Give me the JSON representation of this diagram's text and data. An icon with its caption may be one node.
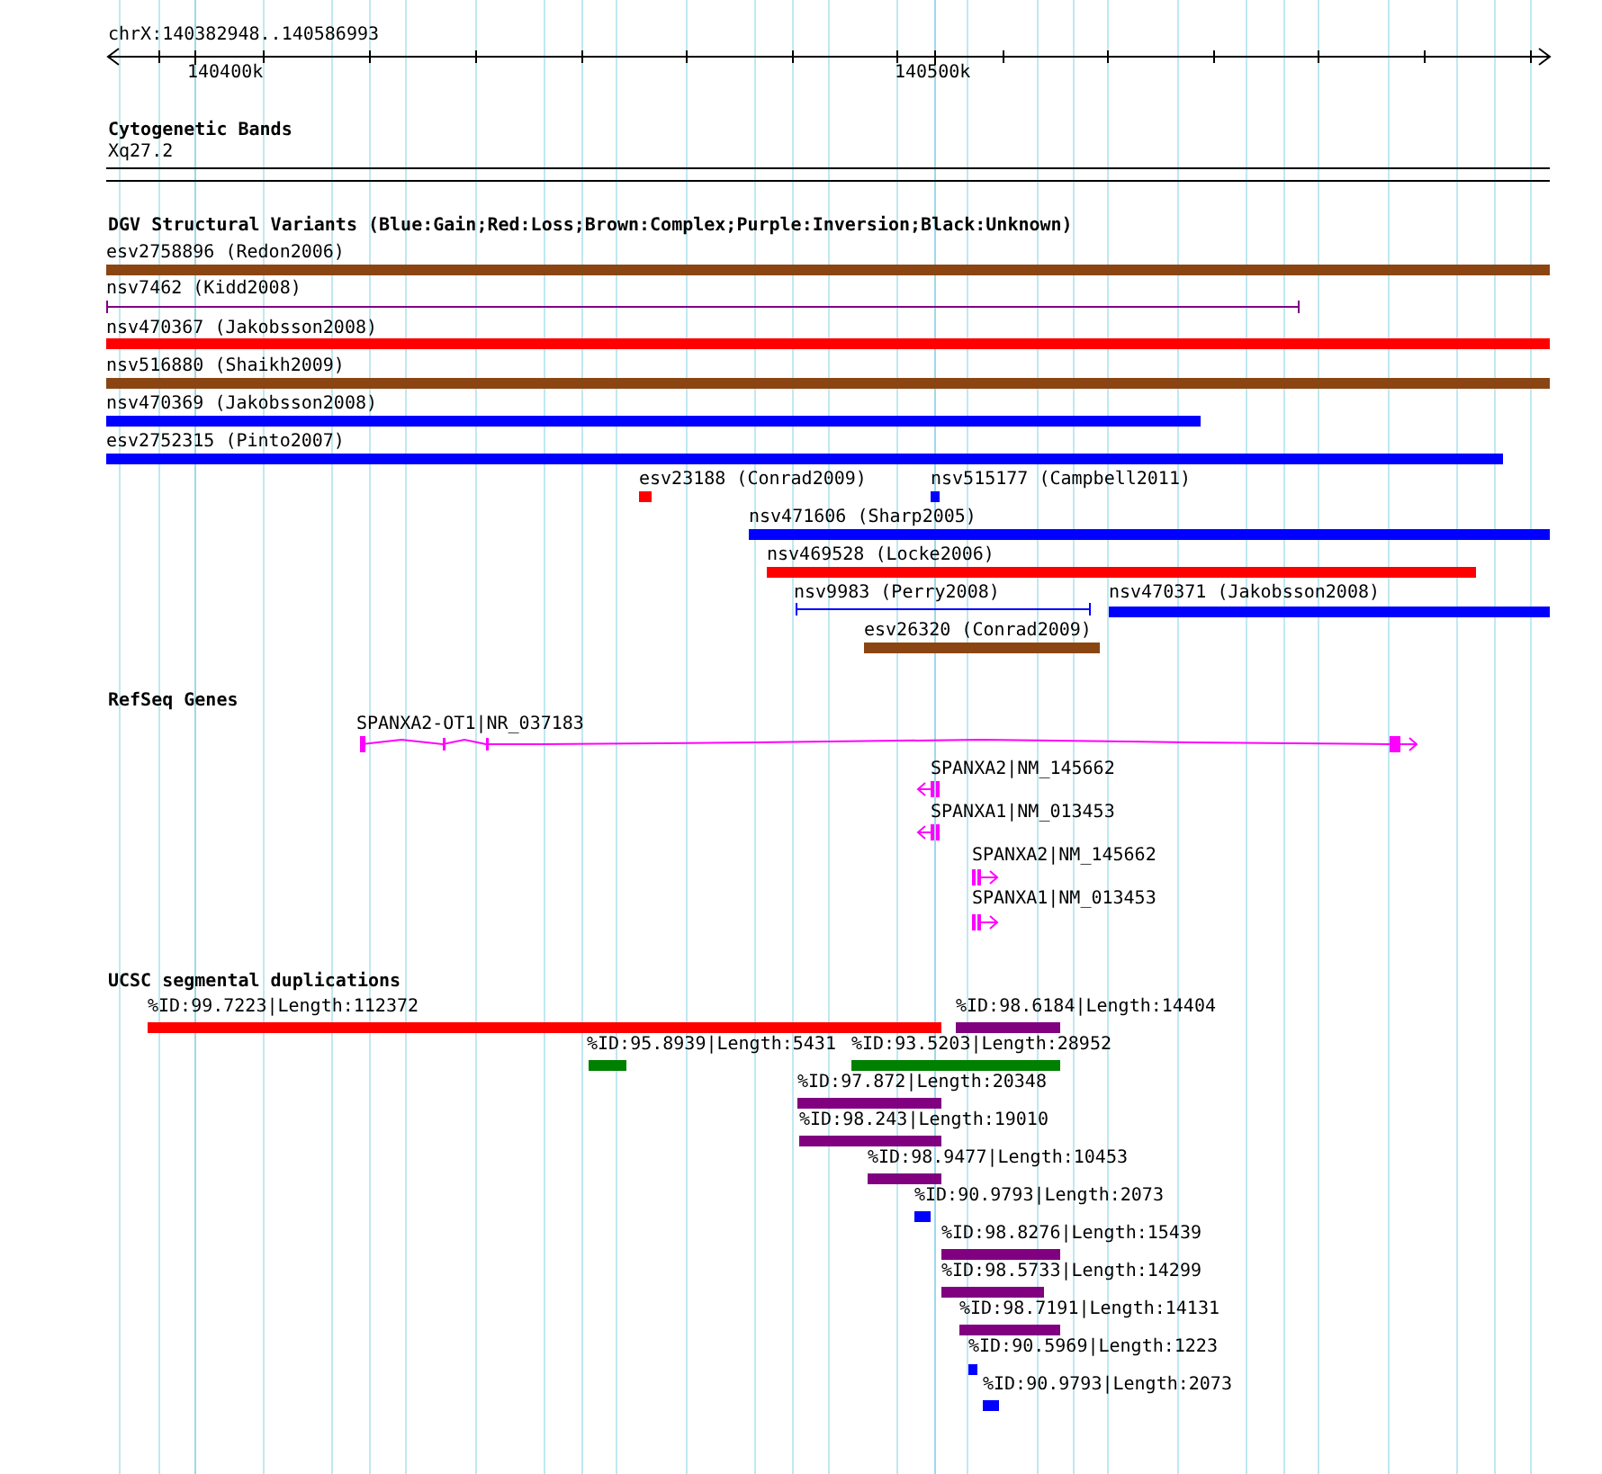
{
  "diagram": {
    "nodes": [
      {
        "text": [
          "esv2758896 (Redon2006)"
        ]
      },
      {
        "text": [
          "nsv7462 (Kidd2008)"
        ]
      },
      {
        "text": [
          "nsv470367 (Jakobsson2008)"
        ]
      },
      {
        "text": [
          "nsv516880 (Shaikh2009)"
        ]
      },
      {
        "text": [
          "nsv470369 (Jakobsson2008)"
        ]
      },
      {
        "text": [
          "esv2752315 (Pinto2007)"
        ]
      },
      {
        "text": [
          "esv23188 (Conrad2009)"
        ]
      },
      {
        "text": [
          "nsv515177 (Campbell2011)"
        ]
      },
      {
        "text": [
          "nsv471606 (Sharp2005)"
        ]
      },
      {
        "text": [
          "nsv469528 (Locke2006)"
        ]
      },
      {
        "text": [
          "nsv9983 (Perry2008)"
        ]
      },
      {
        "text": [
          "nsv470371 (Jakobsson2008)"
        ]
      },
      {
        "text": [
          "esv26320 (Conrad2009)"
        ]
      },
      {
        "text": [
          "SPANXA2-OT1|NR_037183"
        ]
      },
      {
        "text": [
          "SPANXA2|NM_145662"
        ]
      },
      {
        "text": [
          "SPANXA1|NM_013453"
        ]
      },
      {
        "text": [
          "SPANXA2|NM_145662"
        ]
      },
      {
        "text": [
          "SPANXA1|NM_013453"
        ]
      },
      {
        "text": [
          "%ID:99.7223|Length:112372"
        ]
      },
      {
        "text": [
          "%ID:98.6184|Length:14404"
        ]
      },
      {
        "text": [
          "%ID:95.8939|Length:5431"
        ]
      },
      {
        "text": [
          "%ID:93.5203|Length:28952"
        ]
      },
      {
        "text": [
          "%ID:97.872|Length:20348"
        ]
      },
      {
        "text": [
          "%ID:98.243|Length:19010"
        ]
      },
      {
        "text": [
          "%ID:98.9477|Length:10453"
        ]
      },
      {
        "text": [
          "%ID:90.9793|Length:2073"
        ]
      },
      {
        "text": [
          "%ID:98.8276|Length:15439"
        ]
      },
      {
        "text": [
          "%ID:98.5733|Length:14299"
        ]
      },
      {
        "text": [
          "%ID:98.7191|Length:14131"
        ]
      },
      {
        "text": [
          "%ID:90.5969|Length:1223"
        ]
      },
      {
        "text": [
          "%ID:90.9793|Length:2073"
        ]
      }
    ],
    "labels": [
      "chrX:140382948..140586993",
      "140400k",
      "140500k",
      "Cytogenetic Bands",
      "Xq27.2",
      "DGV Structural Variants (Blue:Gain;Red:Loss;Brown:Complex;Purple:Inversion;Black:Unknown)",
      "RefSeq Genes",
      "UCSC segmental duplications"
    ]
  }
}
